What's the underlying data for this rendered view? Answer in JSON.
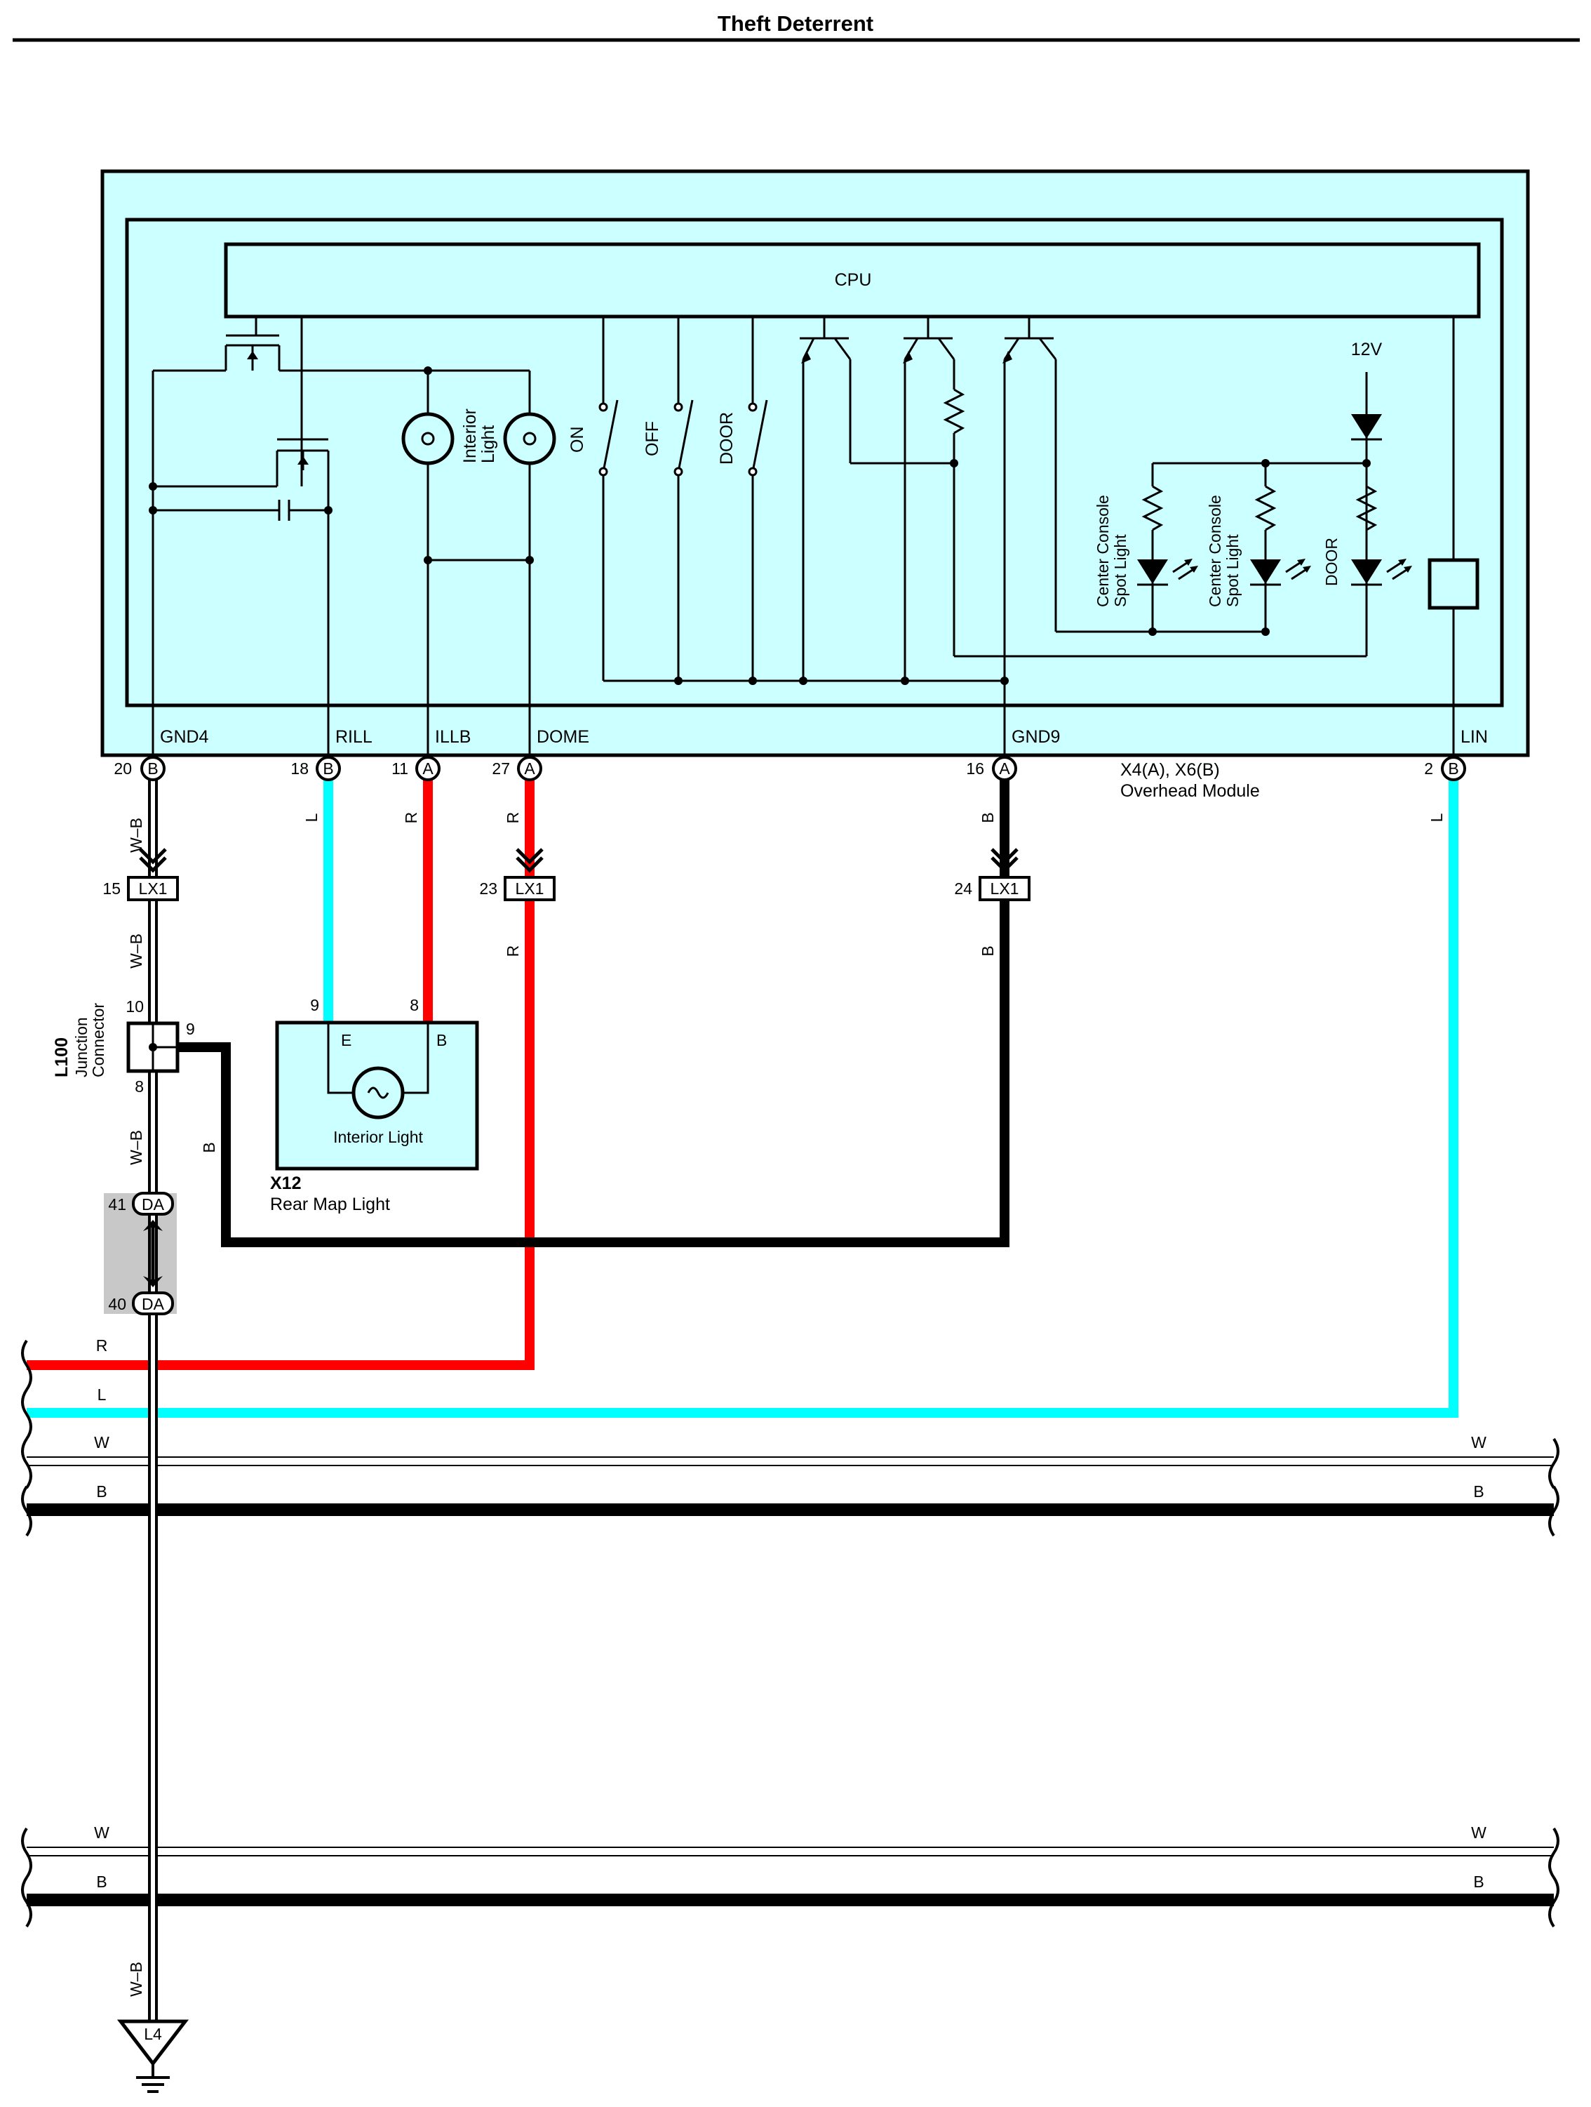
{
  "page": {
    "title": "Theft Deterrent"
  },
  "colors": {
    "module_fill": "#ccffff",
    "red_wire": "#ff0000",
    "blue_wire": "#00ffff",
    "black_wire": "#000000",
    "white_wire": "#ffffff",
    "splice_fill": "#c8c8c8"
  },
  "module": {
    "cpu_label": "CPU",
    "interior_light_label": [
      "Interior",
      "Light"
    ],
    "switch_labels": [
      "ON",
      "OFF",
      "DOOR"
    ],
    "voltage_label": "12V",
    "spot_light_1": [
      "Center Console",
      "Spot Light"
    ],
    "spot_light_2": [
      "Center Console",
      "Spot Light"
    ],
    "door_led_label": "DOOR",
    "terminals": [
      "GND4",
      "RILL",
      "ILLB",
      "DOME",
      "GND9",
      "LIN"
    ],
    "connector_name": "X4(A), X6(B)",
    "connector_desc": "Overhead Module"
  },
  "pins": {
    "p20": "20",
    "p18": "18",
    "p11": "11",
    "p27": "27",
    "p16": "16",
    "p2": "2",
    "c_b": "B",
    "c_a": "A"
  },
  "wire_colors": {
    "wb": "W–B",
    "l": "L",
    "r": "R",
    "b": "B",
    "w": "W"
  },
  "lx1": {
    "label": "LX1",
    "pins": [
      "15",
      "23",
      "24"
    ]
  },
  "junction": {
    "name": "L100",
    "desc": [
      "Junction",
      "Connector"
    ],
    "pins": [
      "10",
      "9",
      "8"
    ]
  },
  "rear_map": {
    "pin9": "9",
    "pin8": "8",
    "term_e": "E",
    "term_b": "B",
    "inner_label": "Interior Light",
    "name": "X12",
    "desc": "Rear Map Light"
  },
  "splice": {
    "label": "DA",
    "pins": [
      "41",
      "40"
    ]
  },
  "ground": {
    "label": "L4"
  }
}
